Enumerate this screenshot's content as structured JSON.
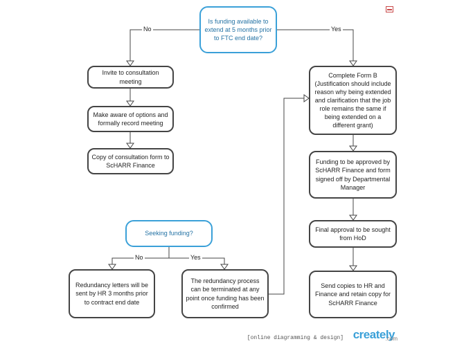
{
  "nodes": {
    "q_funding_available": "Is funding available to extend at 5 months prior to FTC end date?",
    "invite_consultation": "Invite to consultation meeting",
    "make_aware": "Make aware of options and formally record meeting",
    "copy_consultation": "Copy of consultation form to ScHARR Finance",
    "complete_form_b": "Complete Form B (Justification should include reason why being extended and clarification that the job role remains the same if being extended on a different grant)",
    "funding_approved": "Funding to be approved by ScHARR Finance and form signed off by Departmental Manager",
    "final_approval": "Final approval to be sought from HoD",
    "send_copies": "Send copies to HR and Finance and retain copy for ScHARR Finance",
    "q_seeking_funding": "Seeking funding?",
    "redundancy_letters": "Redundancy letters will be sent by HR 3 months prior to contract end date",
    "redundancy_terminated": "The redundancy process can be terminated at any point once funding has been confirmed"
  },
  "labels": {
    "top_no": "No",
    "top_yes": "Yes",
    "seek_no": "No",
    "seek_yes": "Yes"
  },
  "footer": {
    "tagline": "[online diagramming & design]",
    "logo": "creately",
    "logo_suffix": ".com"
  }
}
